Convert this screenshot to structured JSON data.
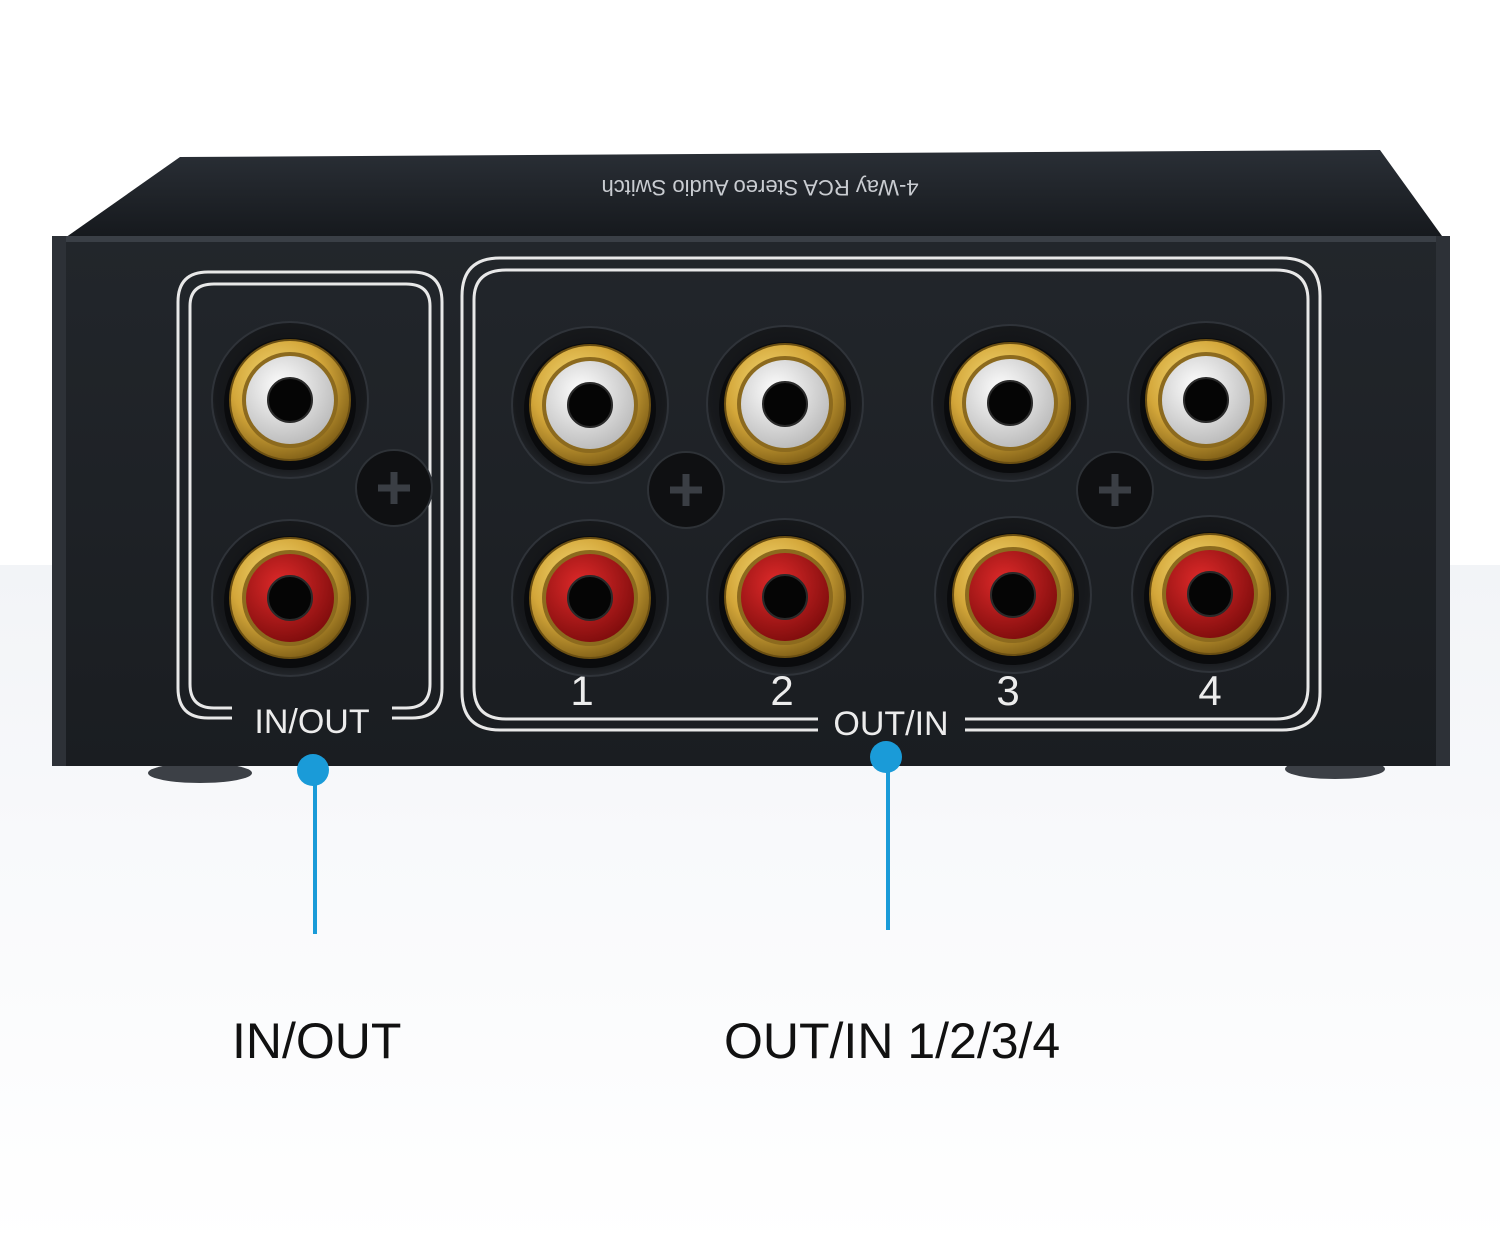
{
  "device": {
    "top_marking": "4-Way RCA Stereo Audio Switch",
    "left_panel_label": "IN/OUT",
    "right_panel_label": "OUT/IN",
    "port_numbers": [
      "1",
      "2",
      "3",
      "4"
    ]
  },
  "callouts": {
    "left_caption": "IN/OUT",
    "right_caption": "OUT/IN 1/2/3/4"
  },
  "colors": {
    "body": "#1d2126",
    "callout": "#1a9bd8",
    "gold": "#c9a23a",
    "white_insulator": "#e6e6e6",
    "red_insulator": "#b51818"
  }
}
